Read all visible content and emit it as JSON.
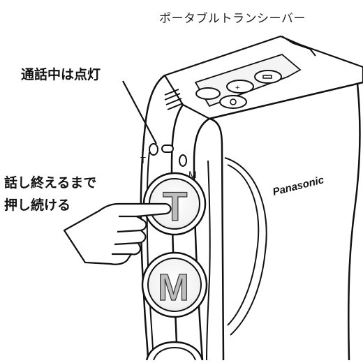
{
  "title": "ポータブルトランシーバー",
  "callouts": {
    "indicator": "通話中は点灯",
    "hold_line1": "話し終えるまで",
    "hold_line2": "押し続ける"
  },
  "device": {
    "brand": "Panasonic",
    "indicator_left": "T",
    "indicator_right": "M",
    "button_talk": "T",
    "button_mode": "M"
  }
}
